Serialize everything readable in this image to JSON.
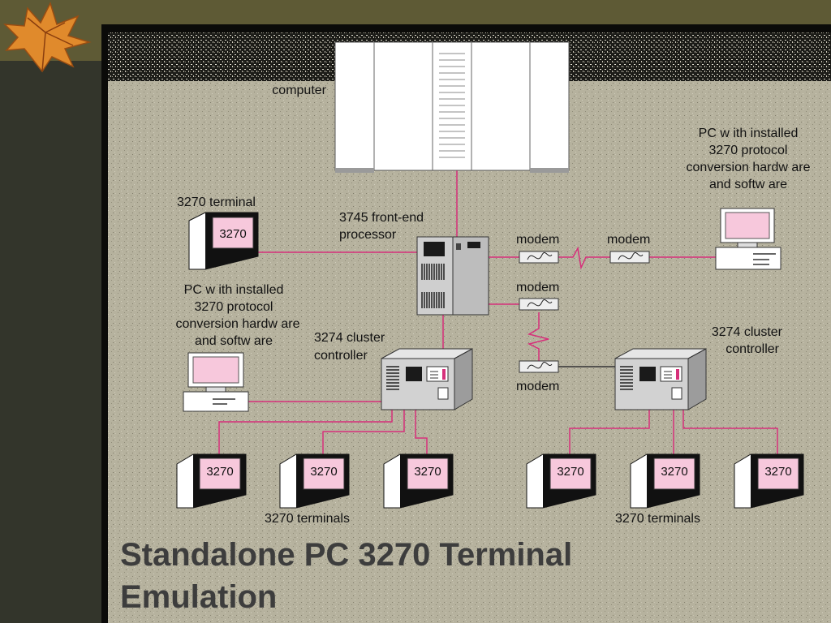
{
  "labels": {
    "computer": "computer",
    "terminal_top": "3270 terminal",
    "frontend_line1": "3745 front-end",
    "frontend_line2": "processor",
    "modem_left": "modem",
    "modem_right": "modem",
    "modem_mid": "modem",
    "modem_bottom": "modem",
    "pc_right_l1": "PC w ith installed",
    "pc_right_l2": "3270 protocol",
    "pc_right_l3": "conversion hardw are",
    "pc_right_l4": "and softw are",
    "pc_left_l1": "PC w ith installed",
    "pc_left_l2": "3270 protocol",
    "pc_left_l3": "conversion hardw are",
    "pc_left_l4": "and softw are",
    "cluster_left_l1": "3274 cluster",
    "cluster_left_l2": "controller",
    "cluster_right_l1": "3274 cluster",
    "cluster_right_l2": "controller",
    "terminals_left": "3270 terminals",
    "terminals_right": "3270 terminals",
    "screen_text": "3270"
  },
  "title": {
    "line1": "Standalone PC 3270 Terminal",
    "line2": "Emulation"
  },
  "colors": {
    "link": "#d6307a",
    "screen": "#f7c8dc",
    "background": "#b7b39f",
    "title": "#3d3d3d"
  }
}
